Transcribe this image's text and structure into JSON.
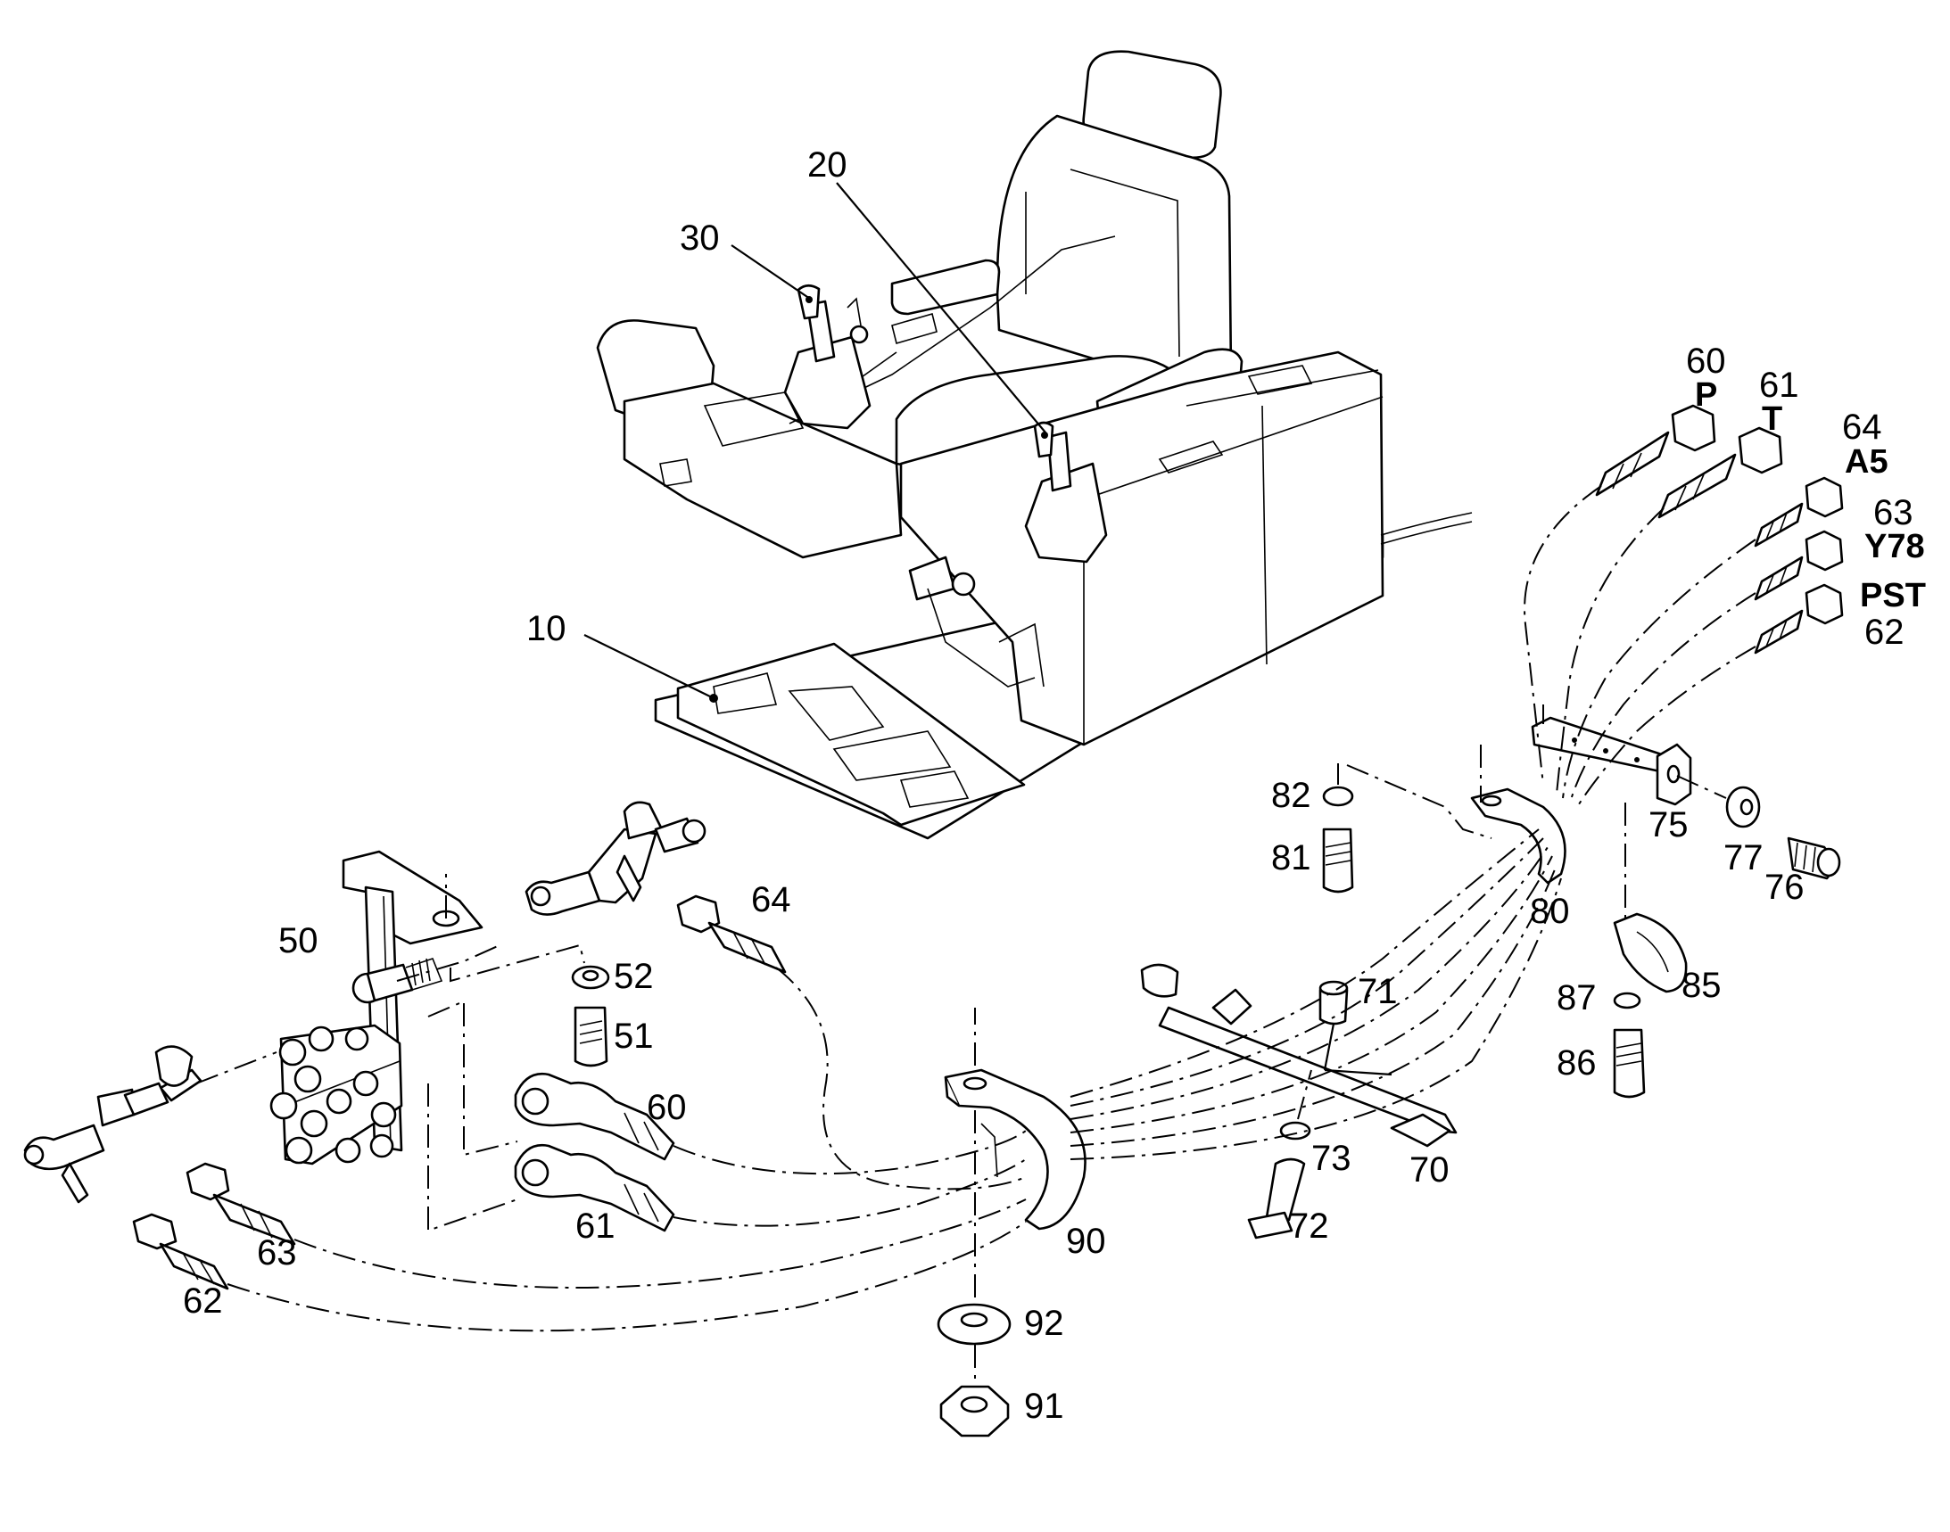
{
  "diagram": {
    "callouts": [
      {
        "id": "c10",
        "text": "10"
      },
      {
        "id": "c20",
        "text": "20"
      },
      {
        "id": "c30",
        "text": "30"
      },
      {
        "id": "c50",
        "text": "50"
      },
      {
        "id": "c51",
        "text": "51"
      },
      {
        "id": "c52",
        "text": "52"
      },
      {
        "id": "c60a",
        "text": "60"
      },
      {
        "id": "c61a",
        "text": "61"
      },
      {
        "id": "c62a",
        "text": "62"
      },
      {
        "id": "c63a",
        "text": "63"
      },
      {
        "id": "c64a",
        "text": "64"
      },
      {
        "id": "c60b",
        "text": "60"
      },
      {
        "id": "c61b",
        "text": "61"
      },
      {
        "id": "c64b",
        "text": "64"
      },
      {
        "id": "c63b",
        "text": "63"
      },
      {
        "id": "c62b",
        "text": "62"
      },
      {
        "id": "c70",
        "text": "70"
      },
      {
        "id": "c71",
        "text": "71"
      },
      {
        "id": "c72",
        "text": "72"
      },
      {
        "id": "c73",
        "text": "73"
      },
      {
        "id": "c75",
        "text": "75"
      },
      {
        "id": "c76",
        "text": "76"
      },
      {
        "id": "c77",
        "text": "77"
      },
      {
        "id": "c80",
        "text": "80"
      },
      {
        "id": "c81",
        "text": "81"
      },
      {
        "id": "c82",
        "text": "82"
      },
      {
        "id": "c85",
        "text": "85"
      },
      {
        "id": "c86",
        "text": "86"
      },
      {
        "id": "c87",
        "text": "87"
      },
      {
        "id": "c90",
        "text": "90"
      },
      {
        "id": "c91",
        "text": "91"
      },
      {
        "id": "c92",
        "text": "92"
      }
    ],
    "port_codes": [
      {
        "id": "pP",
        "text": "P"
      },
      {
        "id": "pT",
        "text": "T"
      },
      {
        "id": "pA5",
        "text": "A5"
      },
      {
        "id": "pY78",
        "text": "Y78"
      },
      {
        "id": "pPST",
        "text": "PST"
      }
    ]
  }
}
